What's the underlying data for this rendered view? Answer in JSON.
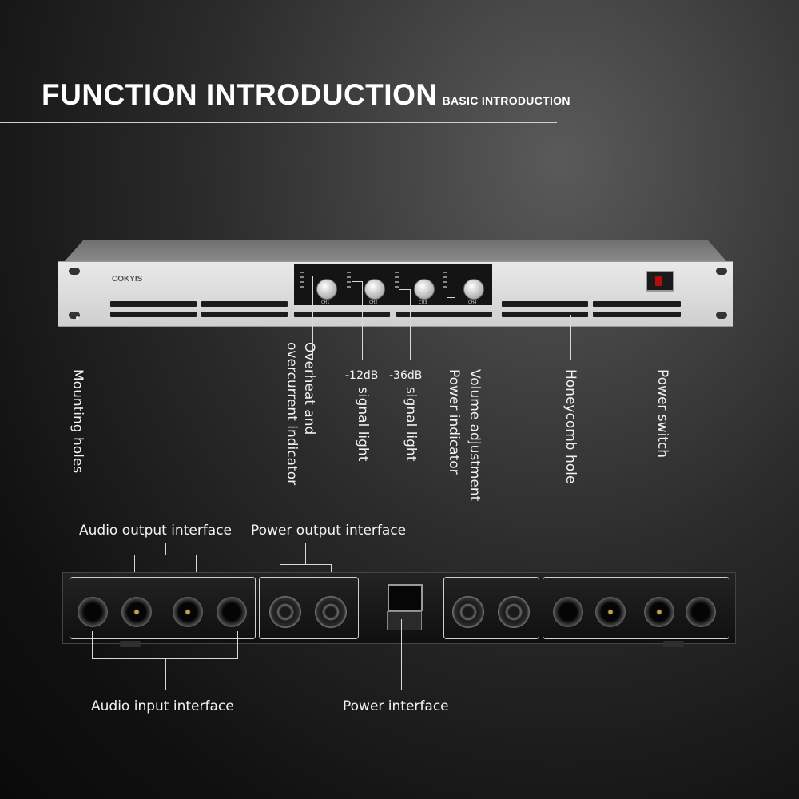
{
  "header": {
    "title": "FUNCTION INTRODUCTION",
    "subtitle": "BASIC INTRODUCTION"
  },
  "front_panel": {
    "brand": "COKYIS",
    "channels": [
      "CH1",
      "CH2",
      "CH3",
      "CH4"
    ]
  },
  "front_callouts": {
    "mounting_holes": "Mounting holes",
    "overheat_line1": "Overheat and",
    "overheat_line2": "overcurrent indicator",
    "minus12_value": "-12dB",
    "minus12_text": "signal light",
    "minus36_value": "-36dB",
    "minus36_text": "signal light",
    "power_indicator": "Power indicator",
    "volume_adjustment": "Volume adjustment",
    "honeycomb_hole": "Honeycomb hole",
    "power_switch": "Power switch"
  },
  "rear_callouts": {
    "audio_output": "Audio output interface",
    "power_output": "Power output interface",
    "audio_input": "Audio input interface",
    "power_interface": "Power interface"
  }
}
